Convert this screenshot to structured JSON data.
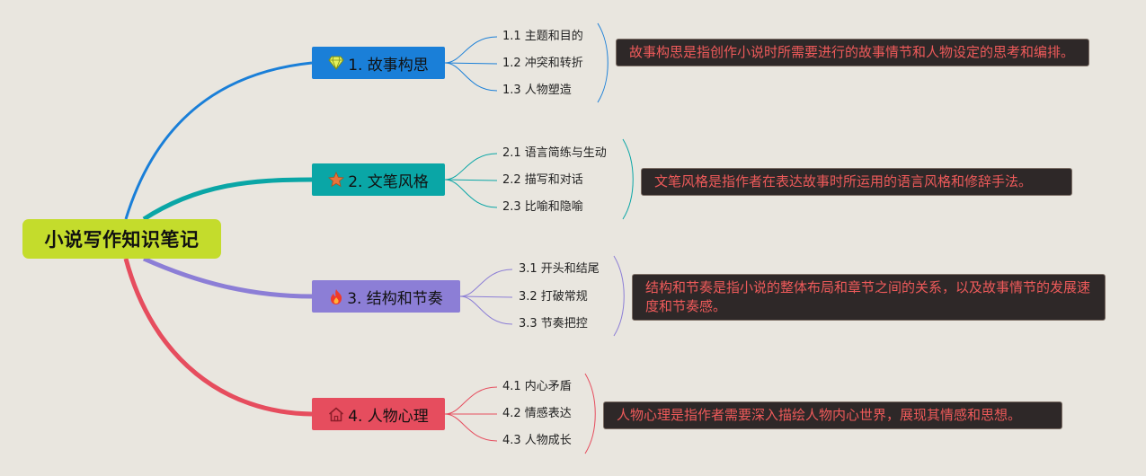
{
  "root": {
    "title": "小说写作知识笔记",
    "color": "#c4dc2c"
  },
  "branches": [
    {
      "label": "1. 故事构思",
      "color": "#1a7fd8",
      "icon": "diamond-icon",
      "children": [
        "1.1 主题和目的",
        "1.2 冲突和转折",
        "1.3 人物塑造"
      ],
      "note": "故事构思是指创作小说时所需要进行的故事情节和人物设定的思考和编排。"
    },
    {
      "label": "2. 文笔风格",
      "color": "#0aa6a6",
      "icon": "star-icon",
      "children": [
        "2.1 语言简练与生动",
        "2.2 描写和对话",
        "2.3 比喻和隐喻"
      ],
      "note": "文笔风格是指作者在表达故事时所运用的语言风格和修辞手法。"
    },
    {
      "label": "3. 结构和节奏",
      "color": "#8c7ed6",
      "icon": "flame-icon",
      "children": [
        "3.1 开头和结尾",
        "3.2 打破常规",
        "3.3 节奏把控"
      ],
      "note": "结构和节奏是指小说的整体布局和章节之间的关系，以及故事情节的发展速度和节奏感。"
    },
    {
      "label": "4. 人物心理",
      "color": "#e64d5e",
      "icon": "home-icon",
      "children": [
        "4.1 内心矛盾",
        "4.2 情感表达",
        "4.3 人物成长"
      ],
      "note": "人物心理是指作者需要深入描绘人物内心世界，展现其情感和思想。"
    }
  ],
  "colors": {
    "background": "#e9e6df",
    "note_background": "#2e2828",
    "note_text": "#ee5a5a"
  }
}
